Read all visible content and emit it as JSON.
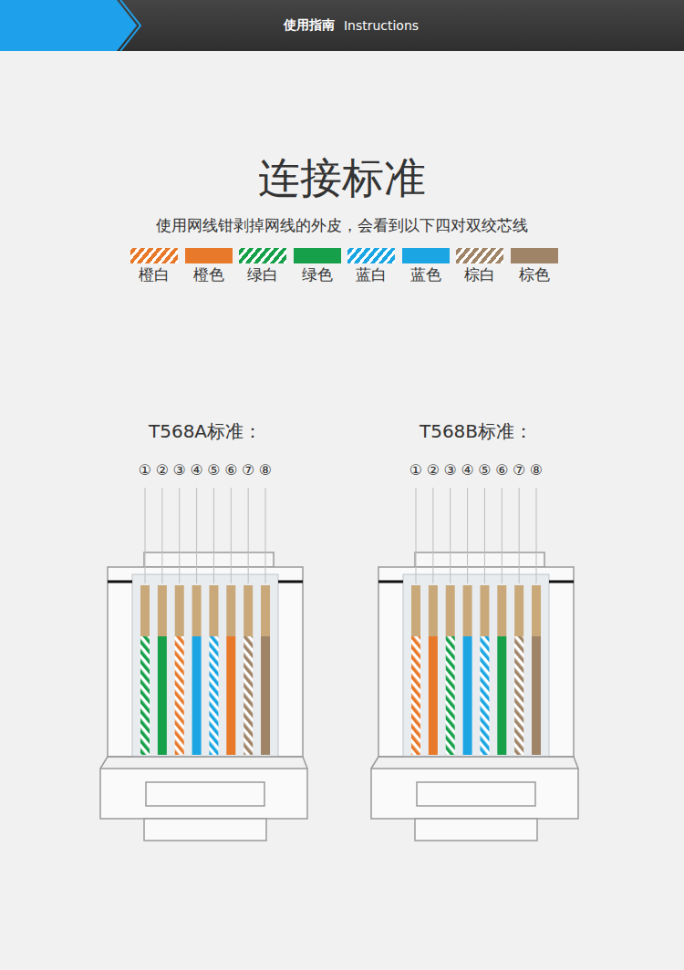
{
  "diagram": {
    "title": "连接标准",
    "nodes": [
      {
        "text": [
          "使用指南",
          "Instructions"
        ]
      }
    ],
    "labels": [
      "使用网线钳剥掉网线的外皮，会看到以下四对双绞芯线",
      "T568A标准：",
      "①",
      "②",
      "③",
      "④",
      "⑤",
      "⑥",
      "⑦",
      "⑧",
      "T568B标准：",
      "①",
      "②",
      "③",
      "④",
      "⑤",
      "⑥",
      "⑦",
      "⑧"
    ],
    "legend": [
      {
        "text": "橙白"
      },
      {
        "text": "橙色",
        "color": "#e8792a"
      },
      {
        "text": "绿白"
      },
      {
        "text": "绿色",
        "color": "#17a04a"
      },
      {
        "text": "蓝白"
      },
      {
        "text": "蓝色",
        "color": "#1ba6e3"
      },
      {
        "text": "棕白"
      },
      {
        "text": "棕色",
        "color": "#a08468"
      }
    ]
  }
}
